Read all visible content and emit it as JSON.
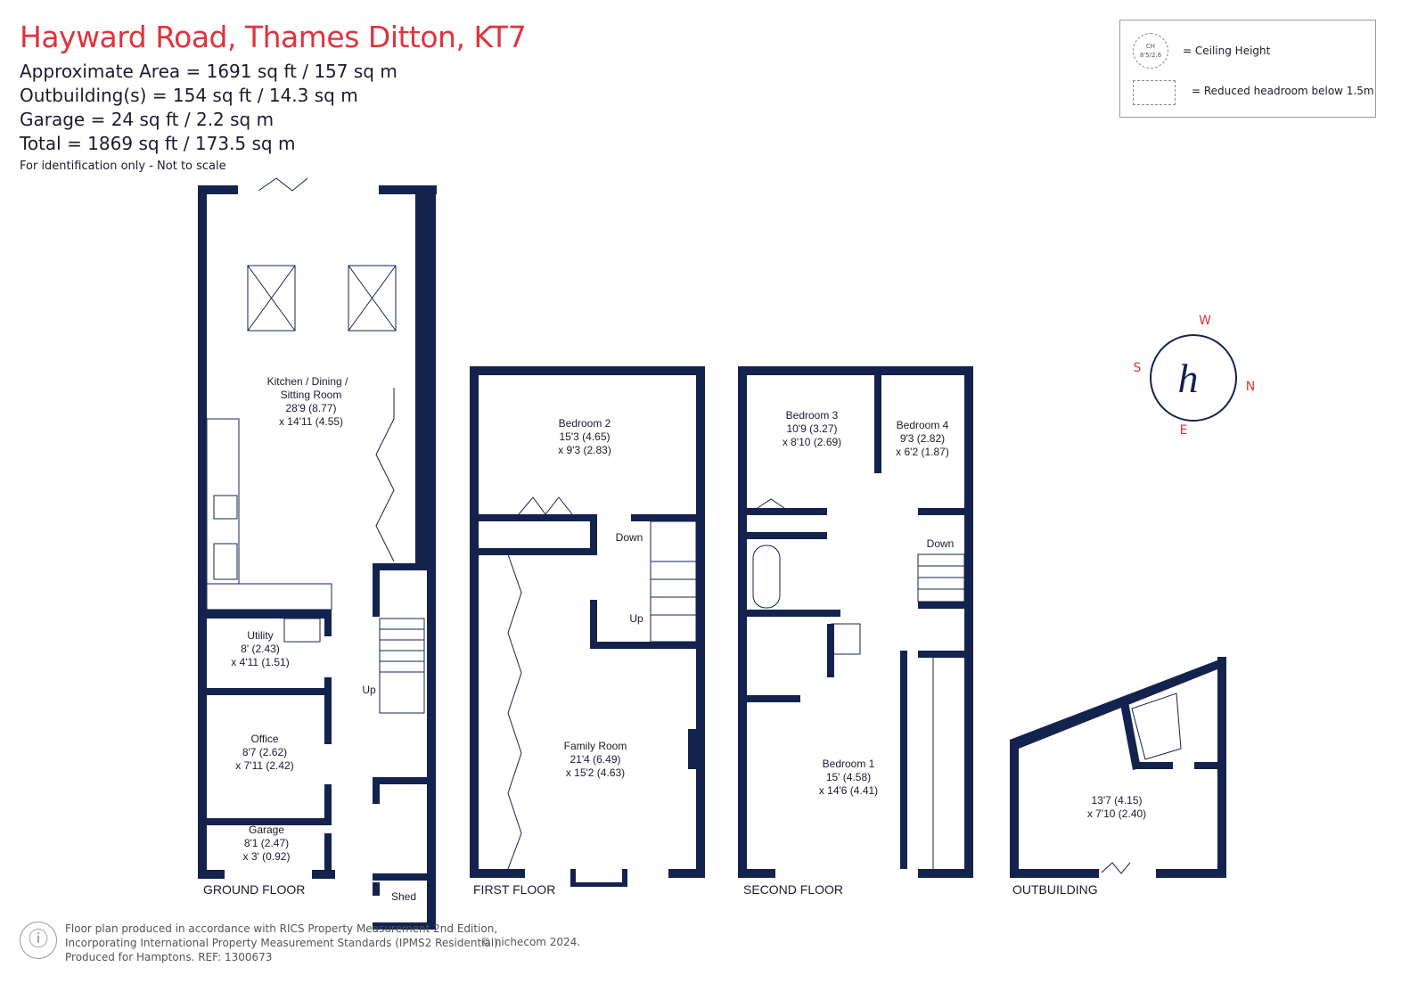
{
  "header": {
    "title": "Hayward Road, Thames Ditton, KT7",
    "areas": [
      "Approximate Area = 1691 sq ft / 157 sq m",
      "Outbuilding(s) = 154 sq ft / 14.3 sq m",
      "Garage = 24 sq ft / 2.2 sq m",
      "Total = 1869 sq ft / 173.5 sq m"
    ],
    "disclaimer": "For identification only - Not to scale"
  },
  "legend": {
    "ceiling_symbol": "CH\n8'5/2.6",
    "ceiling_label": "= Ceiling Height",
    "reduced_label": "= Reduced headroom below 1.5m"
  },
  "compass": {
    "n": "N",
    "e": "E",
    "s": "S",
    "w": "W",
    "logo": "h"
  },
  "floors": {
    "ground": "GROUND FLOOR",
    "first": "FIRST FLOOR",
    "second": "SECOND FLOOR",
    "outbuilding": "OUTBUILDING"
  },
  "rooms": {
    "kitchen": [
      "Kitchen / Dining /",
      "Sitting Room",
      "28'9 (8.77)",
      "x 14'11 (4.55)"
    ],
    "utility": [
      "Utility",
      "8' (2.43)",
      "x 4'11 (1.51)"
    ],
    "office": [
      "Office",
      "8'7 (2.62)",
      "x 7'11 (2.42)"
    ],
    "garage": [
      "Garage",
      "8'1 (2.47)",
      "x 3' (0.92)"
    ],
    "shed": [
      "Shed"
    ],
    "bedroom2": [
      "Bedroom 2",
      "15'3 (4.65)",
      "x 9'3 (2.83)"
    ],
    "family": [
      "Family Room",
      "21'4 (6.49)",
      "x 15'2 (4.63)"
    ],
    "bedroom3": [
      "Bedroom 3",
      "10'9 (3.27)",
      "x 8'10 (2.69)"
    ],
    "bedroom4": [
      "Bedroom 4",
      "9'3 (2.82)",
      "x 6'2 (1.87)"
    ],
    "bedroom1": [
      "Bedroom 1",
      "15' (4.58)",
      "x 14'6 (4.41)"
    ],
    "outbuilding": [
      "13'7 (4.15)",
      "x 7'10 (2.40)"
    ]
  },
  "stairs": {
    "ground_up": "Up",
    "first_down": "Down",
    "first_up": "Up",
    "second_down": "Down"
  },
  "footer": {
    "lines": [
      "Floor plan produced in accordance with RICS Property Measurement 2nd Edition,",
      "Incorporating International Property Measurement Standards (IPMS2 Residential).",
      "Produced for Hamptons.   REF:  1300673"
    ],
    "copyright": "© nichecom 2024."
  },
  "colors": {
    "wall": "#13234d",
    "title": "#e0333c"
  }
}
